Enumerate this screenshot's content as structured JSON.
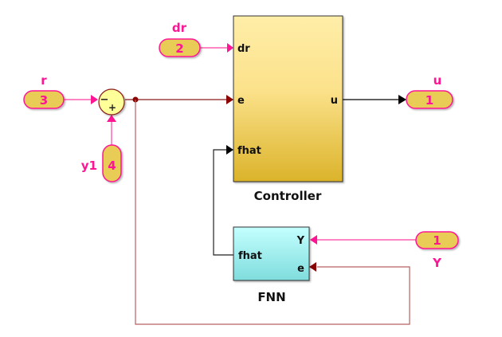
{
  "colors": {
    "signal_pink": "#ff1493",
    "signal_dark_red": "#8b0000",
    "signal_black": "#000000",
    "feedback_wire": "#c08080",
    "port_fill": "#e8cc55",
    "port_border": "#ff1493",
    "controller_fill_top": "#ffe99a",
    "controller_fill_bottom": "#dcb42a",
    "fnn_fill_top": "#c0ffff",
    "fnn_fill_bottom": "#80dada",
    "sum_fill": "#ffff99"
  },
  "blocks": {
    "controller": {
      "name": "Controller",
      "inputs": [
        "dr",
        "e",
        "fhat"
      ],
      "outputs": [
        "u"
      ]
    },
    "fnn": {
      "name": "FNN",
      "inputs": [
        "fhat"
      ],
      "outputs_right": [
        "Y",
        "e"
      ]
    },
    "sum": {
      "signs": [
        "−",
        "+"
      ]
    }
  },
  "inports": [
    {
      "number": "2",
      "label": "dr"
    },
    {
      "number": "3",
      "label": "r"
    },
    {
      "number": "4",
      "label": "y1"
    },
    {
      "number": "1",
      "label": "Y"
    }
  ],
  "outports": [
    {
      "number": "1",
      "label": "u"
    }
  ]
}
